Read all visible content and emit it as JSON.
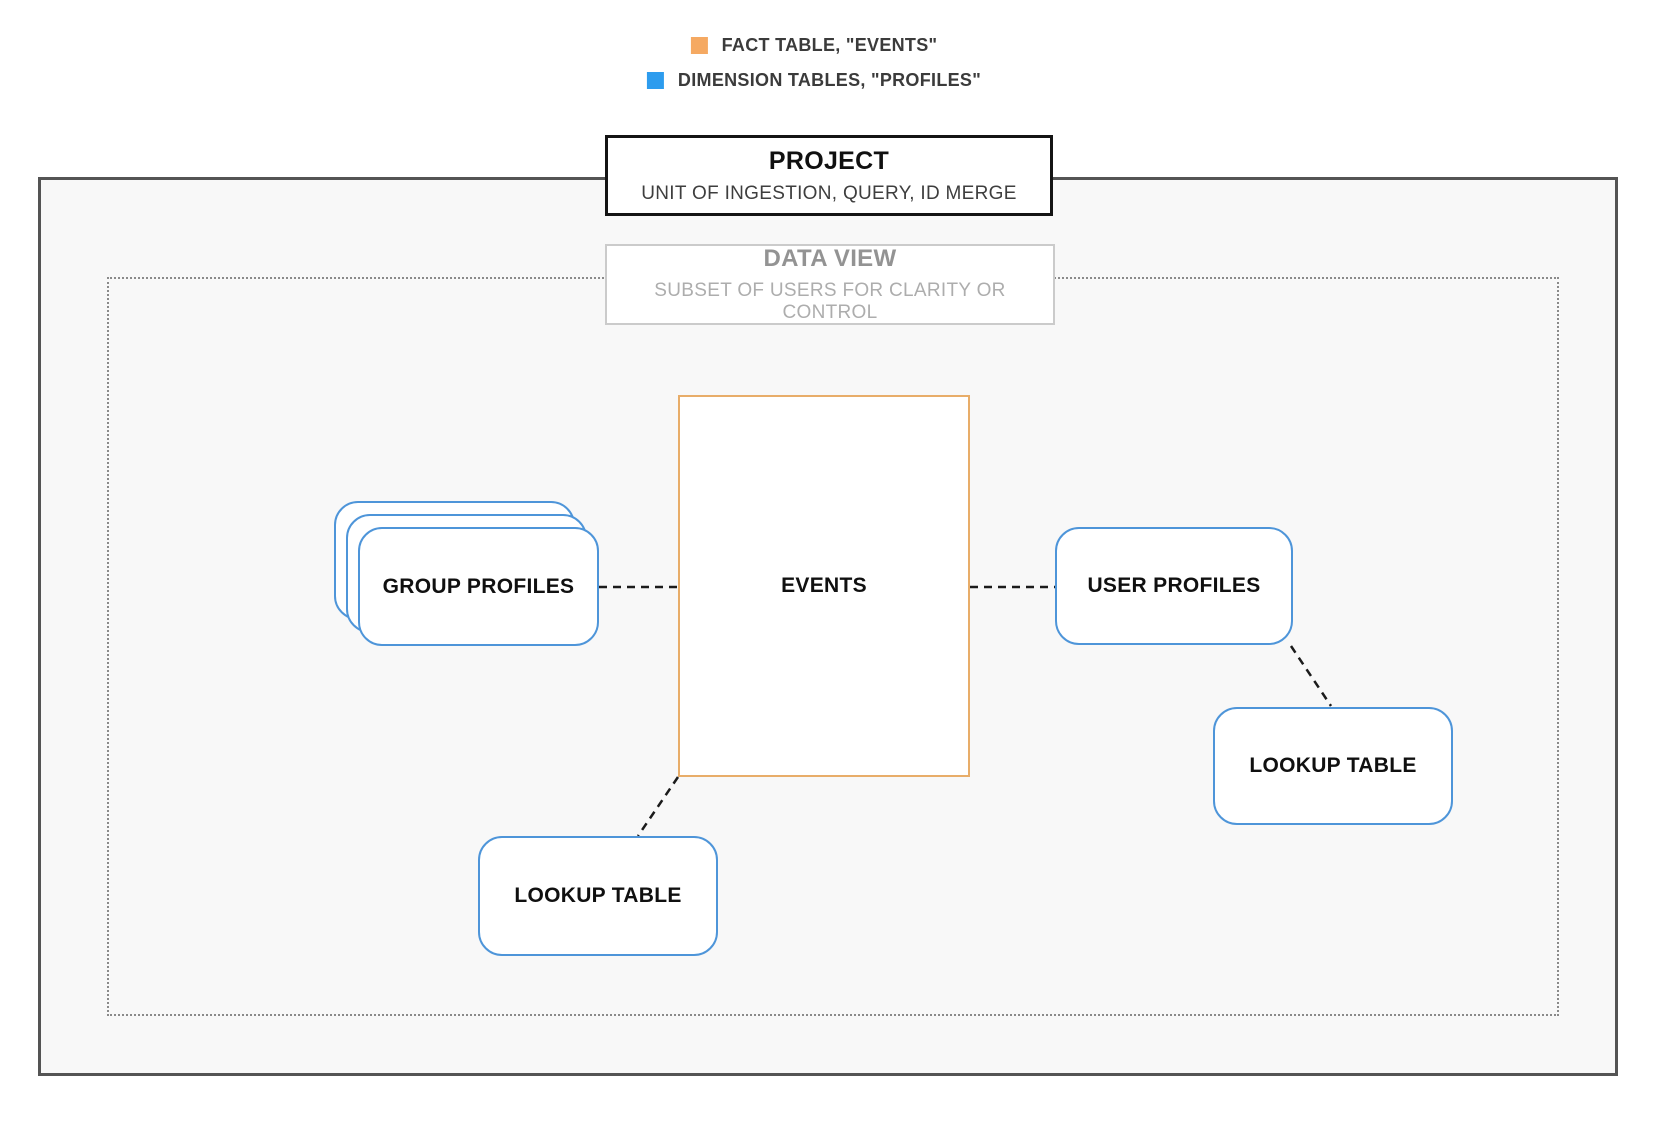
{
  "legend": {
    "items": [
      {
        "name": "fact-table",
        "label": "FACT TABLE, \"EVENTS\"",
        "color": "#f5a962"
      },
      {
        "name": "dimension-tables",
        "label": "DIMENSION TABLES, \"PROFILES\"",
        "color": "#2d9cee"
      }
    ]
  },
  "project_box": {
    "title": "PROJECT",
    "subtitle": "UNIT OF INGESTION, QUERY, ID MERGE"
  },
  "data_view_box": {
    "title": "DATA VIEW",
    "subtitle": "SUBSET OF USERS FOR CLARITY OR CONTROL"
  },
  "nodes": {
    "events": {
      "label": "EVENTS",
      "role": "fact table"
    },
    "group_profiles": {
      "label": "GROUP PROFILES",
      "role": "dimension table stack"
    },
    "user_profiles": {
      "label": "USER PROFILES",
      "role": "dimension table"
    },
    "lookup_table_bottom": {
      "label": "LOOKUP TABLE",
      "role": "dimension table"
    },
    "lookup_table_right": {
      "label": "LOOKUP TABLE",
      "role": "dimension table"
    }
  },
  "edges": [
    {
      "from": "GROUP PROFILES",
      "to": "EVENTS",
      "style": "dashed"
    },
    {
      "from": "EVENTS",
      "to": "USER PROFILES",
      "style": "dashed"
    },
    {
      "from": "USER PROFILES",
      "to": "LOOKUP TABLE (right)",
      "style": "dashed"
    },
    {
      "from": "EVENTS",
      "to": "LOOKUP TABLE (bottom)",
      "style": "dashed"
    }
  ],
  "colors": {
    "fact_accent": "#f5a962",
    "dimension_accent": "#2d9cee",
    "fact_border": "#e8ad69",
    "dimension_border": "#4e95d9"
  }
}
